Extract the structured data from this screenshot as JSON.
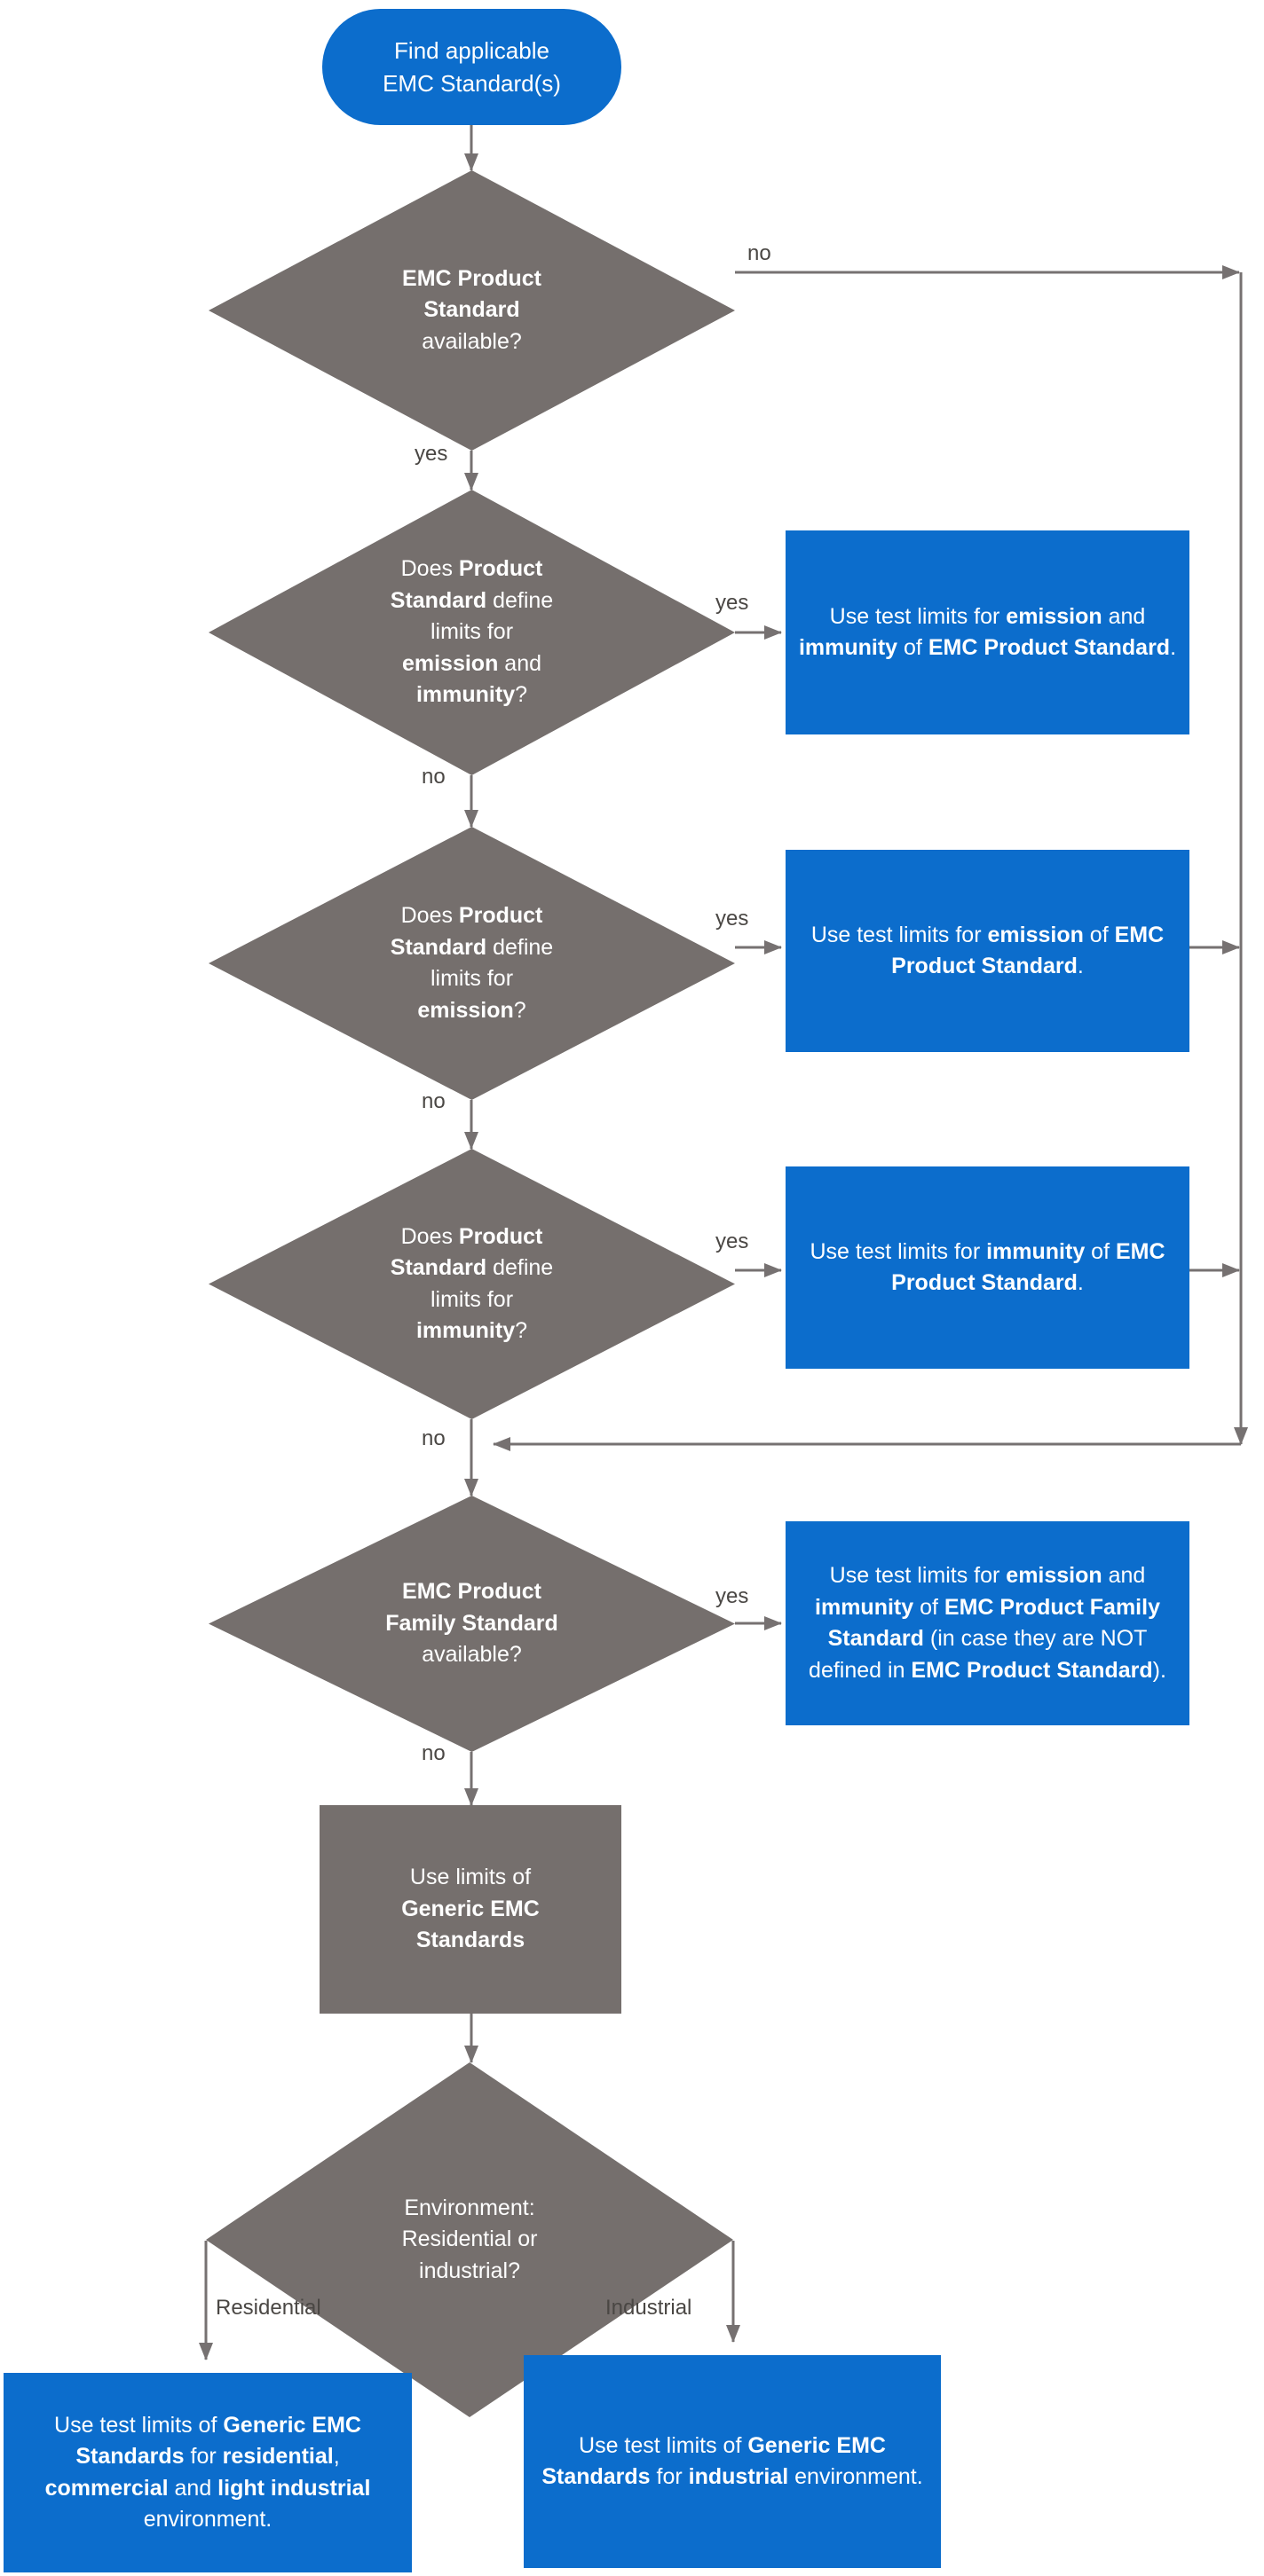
{
  "diagram": {
    "title": "Find applicable EMC Standard(s) decision flowchart",
    "colors": {
      "blue": "#0C6DCC",
      "gray": "#756F6D",
      "connector": "#767171",
      "label_text": "#4a4744",
      "node_text": "#ffffff",
      "background": "#ffffff"
    },
    "nodes": {
      "start": {
        "type": "terminator",
        "lines": [
          "Find applicable",
          "EMC Standard(s)"
        ]
      },
      "d1": {
        "type": "decision",
        "lines": [
          "EMC Product",
          "Standard",
          "available?"
        ],
        "bold": [
          "EMC Product",
          "Standard"
        ]
      },
      "d2": {
        "type": "decision",
        "lines": [
          "Does Product",
          "Standard define",
          "limits for",
          "emission and",
          "immunity?"
        ],
        "bold": [
          "Product",
          "Standard",
          "emission",
          "immunity"
        ]
      },
      "d3": {
        "type": "decision",
        "lines": [
          "Does Product",
          "Standard define",
          "limits for",
          "emission?"
        ],
        "bold": [
          "Product",
          "Standard",
          "emission"
        ]
      },
      "d4": {
        "type": "decision",
        "lines": [
          "Does Product",
          "Standard define",
          "limits for",
          "immunity?"
        ],
        "bold": [
          "Product",
          "Standard",
          "immunity"
        ]
      },
      "d5": {
        "type": "decision",
        "lines": [
          "EMC Product",
          "Family Standard",
          "available?"
        ],
        "bold": [
          "EMC Product",
          "Family Standard"
        ]
      },
      "d6": {
        "type": "decision",
        "lines": [
          "Environment:",
          "Residential or",
          "industrial?"
        ],
        "bold": []
      },
      "r1": {
        "type": "process-blue",
        "text": "Use test limits for emission and immunity of EMC Product Standard.",
        "bold": [
          "emission",
          "immunity",
          "EMC Product Standard"
        ]
      },
      "r2": {
        "type": "process-blue",
        "text": "Use test limits for emission of EMC Product Standard.",
        "bold": [
          "emission",
          "EMC Product Standard"
        ]
      },
      "r3": {
        "type": "process-blue",
        "text": "Use test limits for immunity of EMC Product Standard.",
        "bold": [
          "immunity",
          "EMC Product Standard"
        ]
      },
      "r4": {
        "type": "process-blue",
        "text": "Use test limits for emission and immunity of EMC Product Family Standard (in case they are NOT defined in EMC Product Standard).",
        "bold": [
          "emission",
          "immunity",
          "EMC Product Family Standard",
          "EMC Product Standard"
        ]
      },
      "generic": {
        "type": "process-gray",
        "text": "Use limits of Generic EMC Standards",
        "bold": [
          "Generic EMC Standards"
        ]
      },
      "res": {
        "type": "process-blue",
        "text": "Use test limits of Generic EMC Standards for residential, commercial and light industrial environment.",
        "bold": [
          "Generic EMC Standards",
          "residential",
          "commercial",
          "light industrial"
        ]
      },
      "ind": {
        "type": "process-blue",
        "text": "Use test limits of Generic EMC Standards for industrial environment.",
        "bold": [
          "Generic EMC Standards",
          "industrial"
        ]
      }
    },
    "edge_labels": {
      "d1_no": "no",
      "d1_yes": "yes",
      "d2_yes": "yes",
      "d2_no": "no",
      "d3_yes": "yes",
      "d3_no": "no",
      "d4_yes": "yes",
      "d4_no": "no",
      "d5_yes": "yes",
      "d5_no": "no",
      "d6_left": "Residential",
      "d6_right": "Industrial"
    }
  }
}
